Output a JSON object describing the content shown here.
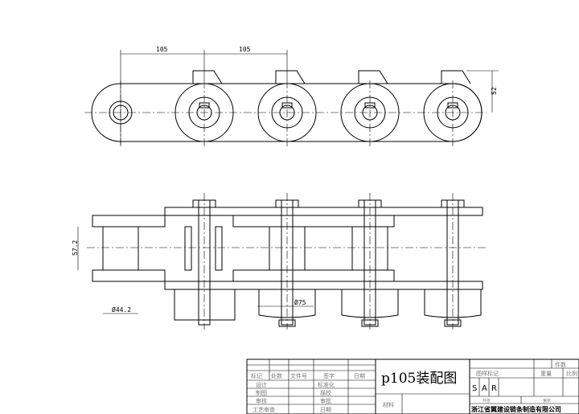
{
  "drawing": {
    "title": "p105装配图",
    "dimensions": {
      "pitch_1": "105",
      "pitch_2": "105",
      "height": "52",
      "roller_width": "57.2",
      "roller_dia": "Ø44.2",
      "wheel_dia": "Ø75"
    }
  },
  "title_block": {
    "headers": [
      "标记",
      "处数",
      "文件号",
      "签字",
      "日期"
    ],
    "rows": [
      "设计",
      "制图",
      "审核",
      "工艺审查"
    ],
    "right_labels": [
      "标准化",
      "描校",
      "审批",
      "日期"
    ],
    "material_label": "材料",
    "count_label": "件数",
    "mark_label": "图样标记",
    "weight_label": "重量",
    "scale_label": "比例",
    "sar": [
      "S",
      "A",
      "R"
    ],
    "sheet_labels": [
      "共张",
      "第张"
    ],
    "company": "浙江省翼建设链条制造有限公司"
  }
}
